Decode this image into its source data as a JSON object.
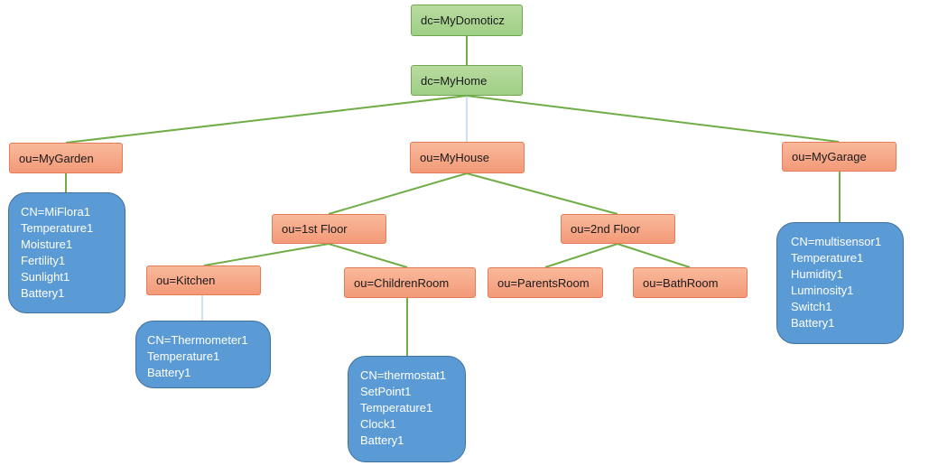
{
  "nodes": {
    "domoticz": "dc=MyDomoticz",
    "home": "dc=MyHome",
    "garden": "ou=MyGarden",
    "house": "ou=MyHouse",
    "garage": "ou=MyGarage",
    "floor1": "ou=1st Floor",
    "floor2": "ou=2nd Floor",
    "kitchen": "ou=Kitchen",
    "children": "ou=ChildrenRoom",
    "parents": "ou=ParentsRoom",
    "bath": "ou=BathRoom"
  },
  "devices": {
    "miflora": [
      "CN=MiFlora1",
      "Temperature1",
      "Moisture1",
      "Fertility1",
      "Sunlight1",
      "Battery1"
    ],
    "thermometer": [
      "CN=Thermometer1",
      "Temperature1",
      "Battery1"
    ],
    "thermostat": [
      "CN=thermostat1",
      "SetPoint1",
      "Temperature1",
      "Clock1",
      "Battery1"
    ],
    "multisensor": [
      "CN=multisensor1",
      "Temperature1",
      "Humidity1",
      "Luminosity1",
      "Switch1",
      "Battery1"
    ]
  },
  "colors": {
    "dc_node": "#a9d18e",
    "ou_node": "#f4b183",
    "device_node": "#5b9bd5",
    "connector_green": "#70ad47",
    "connector_blue": "#9dc3e6"
  }
}
